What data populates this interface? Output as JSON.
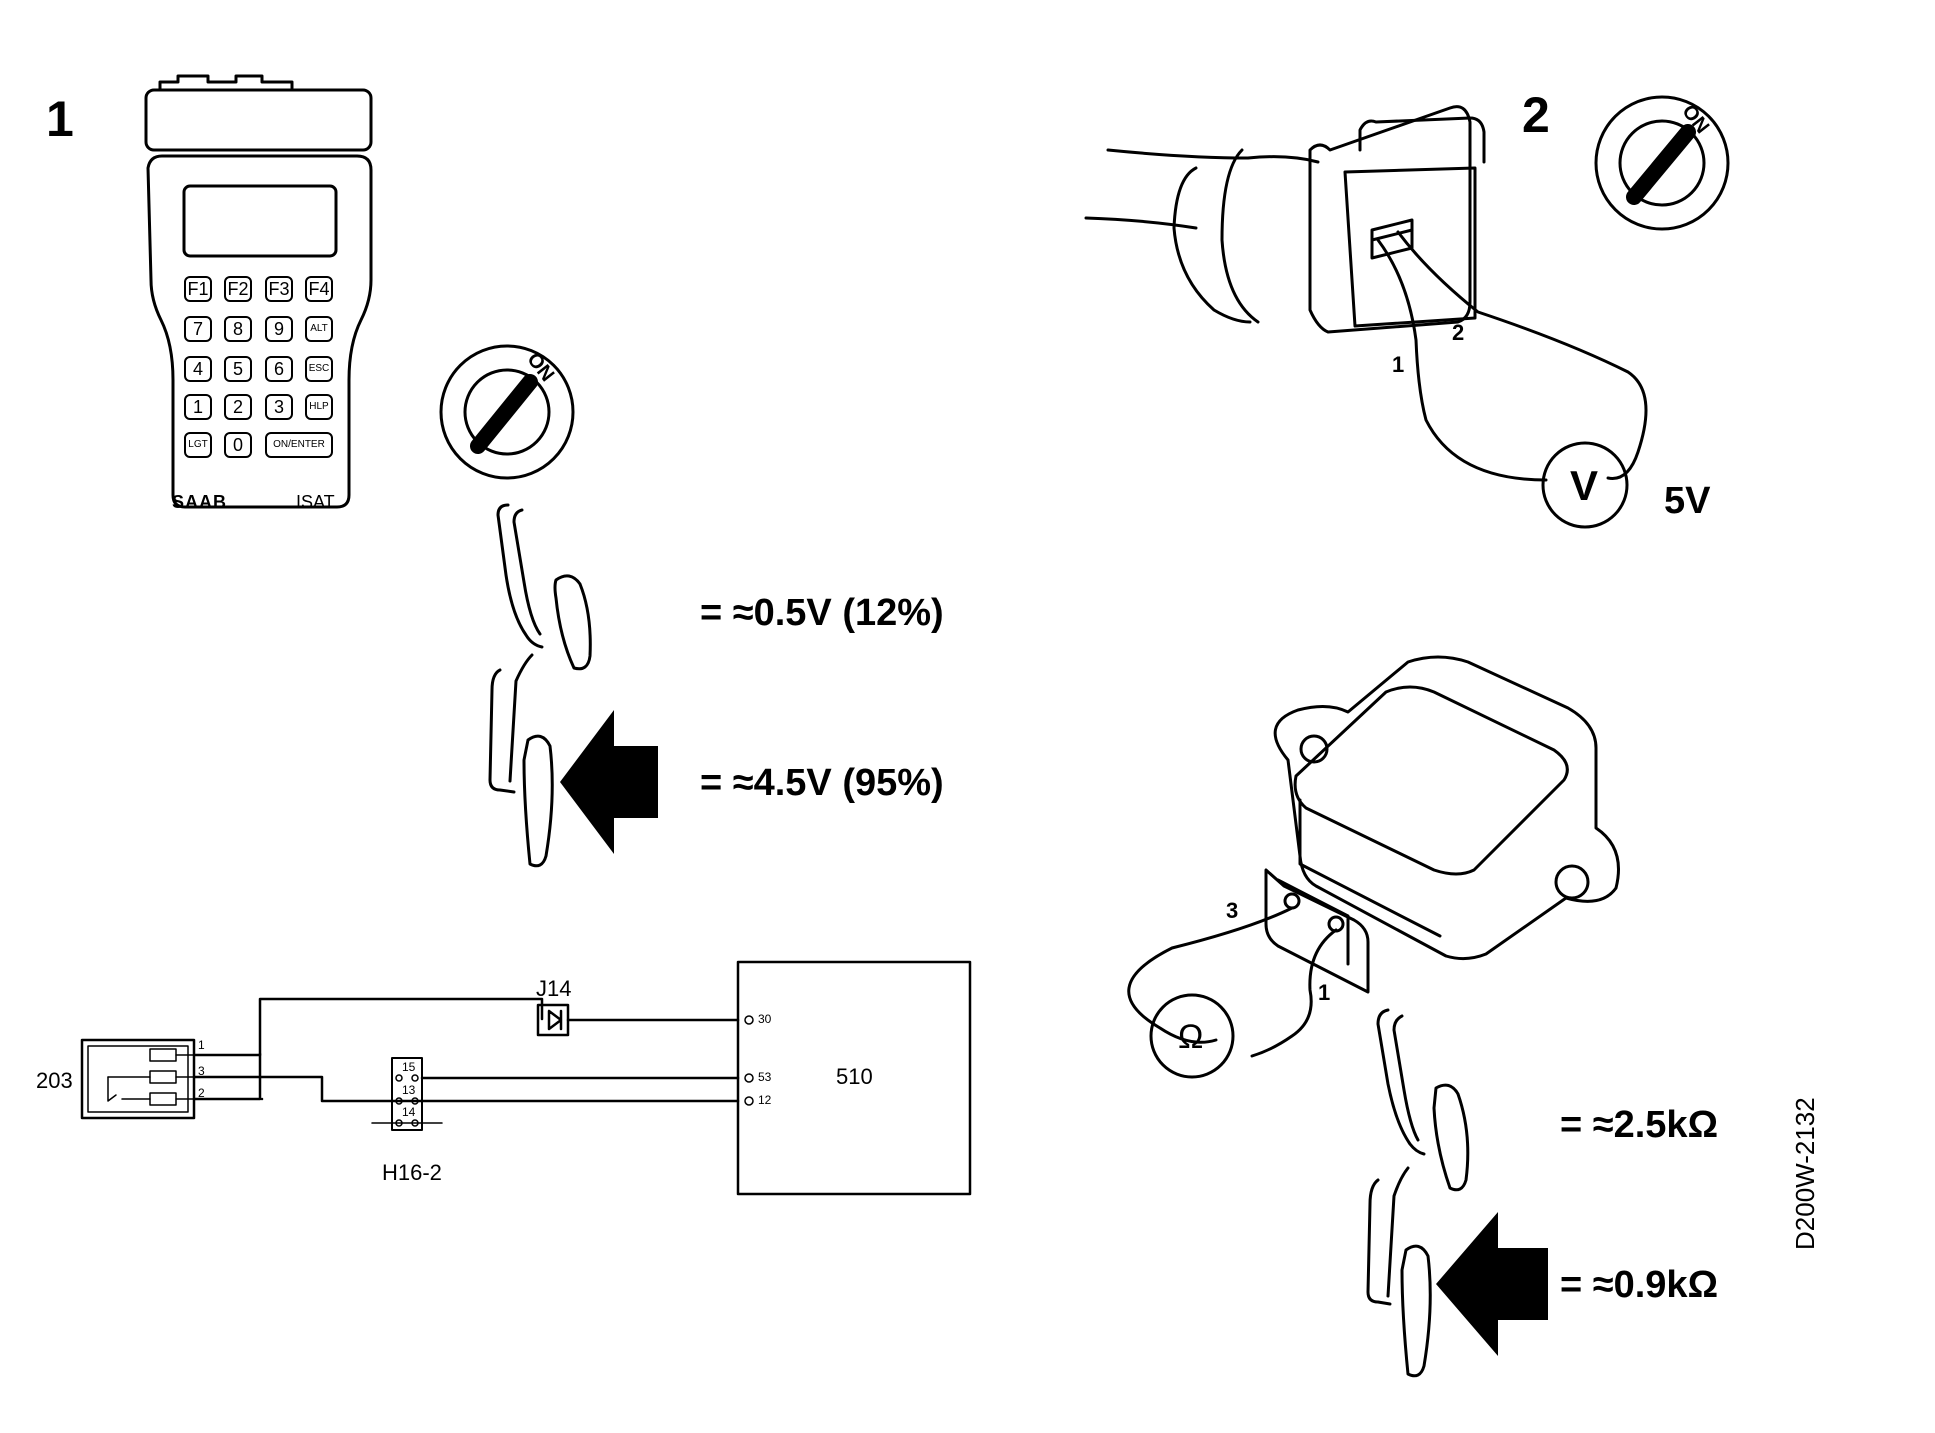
{
  "steps": {
    "step1": "1",
    "step2": "2"
  },
  "tester": {
    "keys_row1": [
      "F1",
      "F2",
      "F3",
      "F4"
    ],
    "keys_row2": [
      "7",
      "8",
      "9",
      "ALT"
    ],
    "keys_row3": [
      "4",
      "5",
      "6",
      "ESC"
    ],
    "keys_row4": [
      "1",
      "2",
      "3",
      "HLP"
    ],
    "keys_row5": [
      "LGT",
      "0",
      "ON/ENTER"
    ],
    "brand": "SAAB",
    "model": "ISAT"
  },
  "ignition": {
    "on_label": "ON"
  },
  "measurements_step1": {
    "released": "= ≈0.5V (12%)",
    "pressed": "= ≈4.5V (95%)"
  },
  "step2_connector": {
    "pin1": "1",
    "pin2": "2",
    "meter": "V",
    "reading": "5V"
  },
  "sensor": {
    "pin3": "3",
    "pin1": "1",
    "meter": "Ω"
  },
  "measurements_sensor": {
    "released": "= ≈2.5kΩ",
    "pressed": "= ≈0.9kΩ"
  },
  "wiring": {
    "component": "203",
    "pins": [
      "1",
      "3",
      "2"
    ],
    "junction": "J14",
    "connector": "H16-2",
    "connector_pins": [
      "15",
      "13",
      "14"
    ],
    "ecu": "510",
    "ecu_pins": [
      "30",
      "53",
      "12"
    ]
  },
  "figure_id": "D200W-2132"
}
